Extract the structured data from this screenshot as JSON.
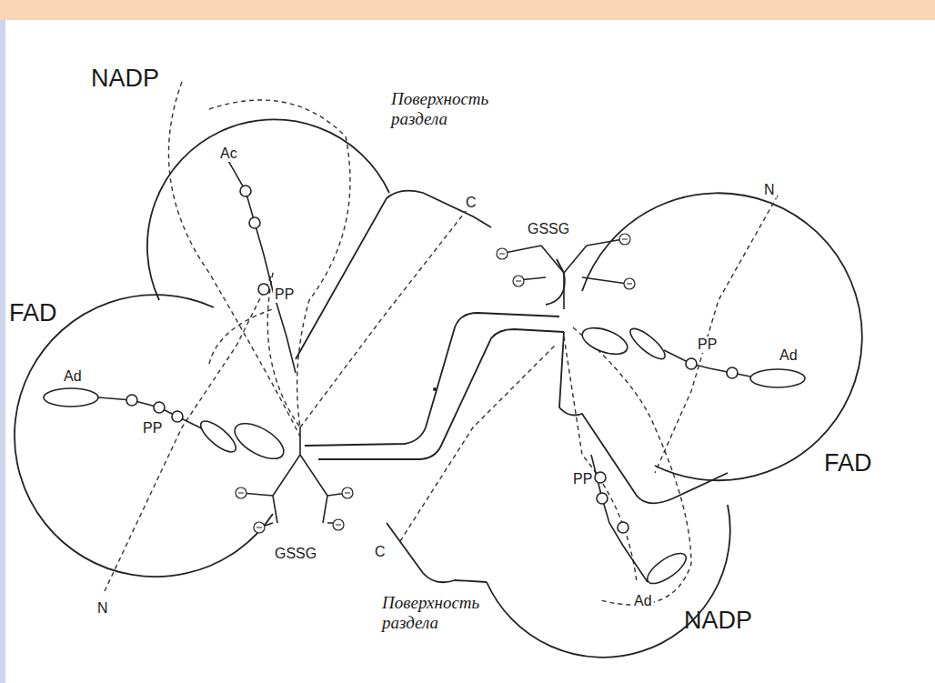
{
  "diagram": {
    "labels": [
      "NADP",
      "Поверхность раздела",
      "Ac",
      "C",
      "GSSG",
      "N",
      "PP",
      "FAD",
      "Ad",
      "PP",
      "PP",
      "Ad",
      "FAD",
      "PP",
      "GSSG",
      "C",
      "N",
      "Поверхность раздела",
      "Ad",
      "NADP"
    ]
  }
}
